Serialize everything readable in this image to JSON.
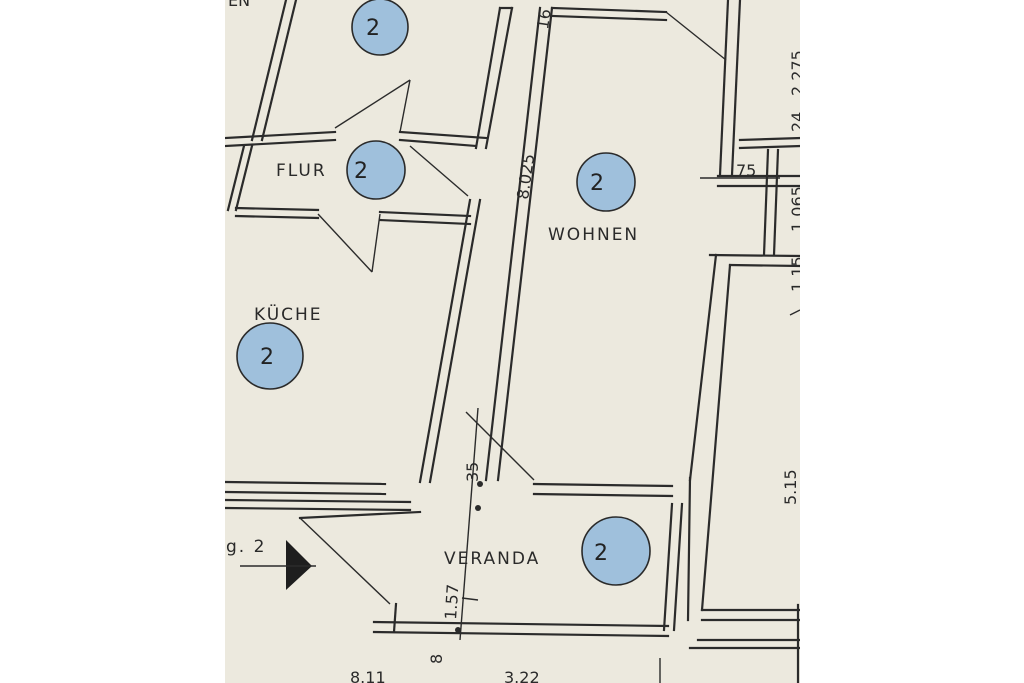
{
  "rooms": [
    {
      "id": "flur",
      "label": "FLUR",
      "mark": "2"
    },
    {
      "id": "wohnen",
      "label": "WOHNEN",
      "mark": "2"
    },
    {
      "id": "kueche",
      "label": "KÜCHE",
      "mark": "2"
    },
    {
      "id": "veranda",
      "label": "VERANDA",
      "mark": "2"
    }
  ],
  "extra_marks": [
    "2"
  ],
  "dimensions": {
    "wohnen_length": "8.025",
    "wall_top": "16",
    "small_75": "75",
    "right_515": "5.15",
    "veranda_35": "35",
    "veranda_157": "1.57",
    "bottom_8": "8",
    "bottom_811": "8.11",
    "bottom_322": "3.22",
    "right_1065": "1.065",
    "right_115": "1.15",
    "right_2275": "2.275",
    "right_24": "24"
  },
  "annotations": {
    "cut_label": "g. 2",
    "top_cut_text": "EN"
  },
  "colors": {
    "paper": "#ece9de",
    "ink": "#2b2b2b",
    "marker_fill": "#9fc0dc"
  }
}
